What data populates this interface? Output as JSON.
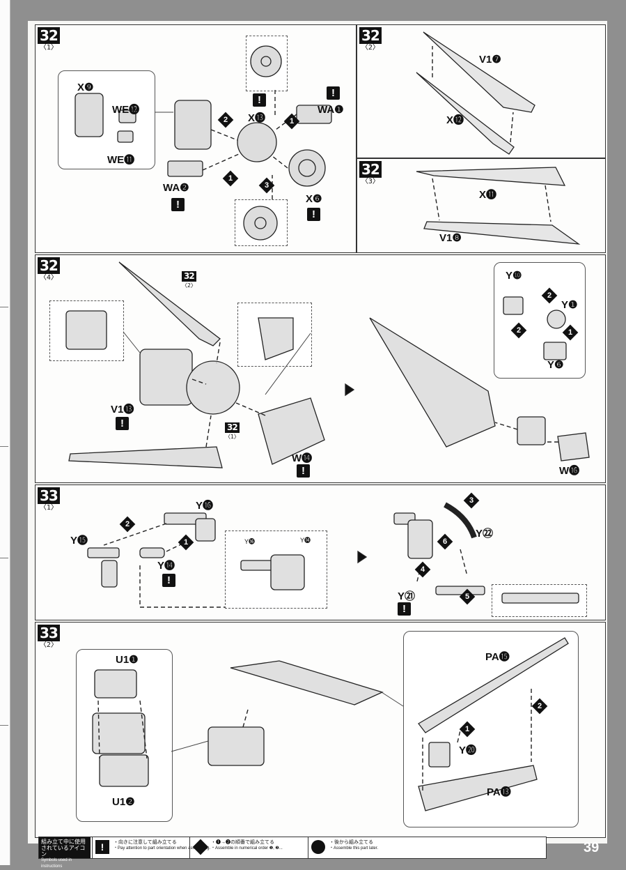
{
  "steps": {
    "s1": {
      "num": "32",
      "sub": "〈1〉"
    },
    "s2": {
      "num": "32",
      "sub": "〈2〉"
    },
    "s3": {
      "num": "32",
      "sub": "〈3〉"
    },
    "s4": {
      "num": "32",
      "sub": "〈4〉"
    },
    "s5": {
      "num": "33",
      "sub": "〈1〉"
    },
    "s6": {
      "num": "33",
      "sub": "〈2〉"
    }
  },
  "parts": {
    "x9": "X❾",
    "we12": "WE⓬",
    "we11": "WE⓫",
    "x13": "X⓭",
    "wa1": "WA❶",
    "wa2": "WA❷",
    "x6": "X❻",
    "v17": "V1❼",
    "x12": "X⓬",
    "x11": "X⓫",
    "v18": "V1❽",
    "v113": "V1⓭",
    "w14": "W⓮",
    "y10": "Y❿",
    "y1": "Y❶",
    "y6": "Y❻",
    "w16": "W⓰",
    "y16": "Y⓰",
    "y15": "Y⓯",
    "y14": "Y⓮",
    "y16s": "Y⓰",
    "y14s": "Y⓮",
    "y22": "Y㉒",
    "y21": "Y㉑",
    "u11": "U1❶",
    "u12": "U1❷",
    "pa15": "PA⓯",
    "y20": "Y⓴",
    "pa13": "PA⓭"
  },
  "refs": {
    "r1_num": "32",
    "r1_sub": "〈2〉",
    "r2_num": "32",
    "r2_sub": "〈1〉"
  },
  "order_marks": {
    "one": "1",
    "two": "2",
    "three": "3",
    "four": "4",
    "five": "5",
    "six": "6"
  },
  "warn_symbol": "!",
  "legend": {
    "title_jp": "組み立て中に使用されているアイコン",
    "title_en": "Symbols used in instructions",
    "item1_jp": "・向きに注意して組み立てる",
    "item1_en": "・Pay attention to part orientation when assembling.",
    "item2_jp": "・❶→❷の順番で組み立てる",
    "item2_en": "・Assemble in numerical order ❶, ❷...",
    "item3_jp": "・後から組み立てる",
    "item3_en": "・Assemble this part later."
  },
  "page_number": "39"
}
